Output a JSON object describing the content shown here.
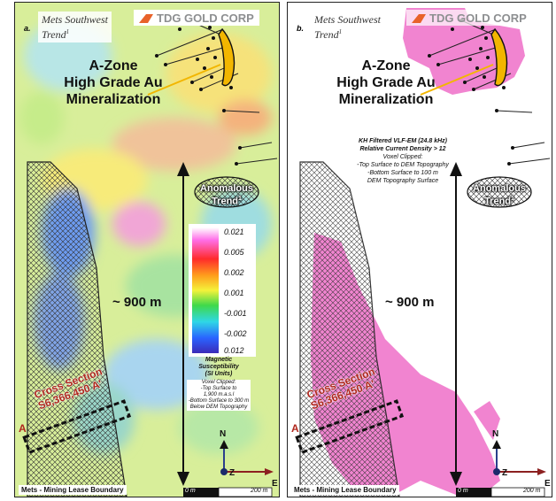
{
  "panel_a": {
    "label": "a.",
    "trend_title": "Mets Southwest",
    "trend_line2": "Trend",
    "trend_sup": "1",
    "logo": "TDG GOLD CORP",
    "azone": [
      "A-Zone",
      "High Grade Au",
      "Mineralization"
    ],
    "distance": "~ 900 m",
    "anomalous": "Anomalous",
    "anomalous2": "Trend",
    "anomalous_sup": "1",
    "cross_section_1": "Cross Section",
    "cross_section_2": "S6,366,450 A'",
    "point_a": "A",
    "mining_lease": "Mets - Mining Lease Boundary",
    "north": "N",
    "z_label": "Z",
    "east": "E",
    "scale_0": "0 m",
    "scale_200": "200 m",
    "legend": {
      "ticks": [
        "0.021",
        "0.005",
        "0.002",
        "0.001",
        "-0.001",
        "-0.002",
        "0.012"
      ],
      "title": [
        "Magnetic",
        "Susceptibility",
        "(SI Units)"
      ],
      "notes": [
        "Voxel Clipped:",
        "-Top Surface to",
        "1,900 m.a.s.l",
        "-Bottom Surface to 300 m",
        "Below DEM Topography"
      ],
      "colors": [
        "#ffffff",
        "#ff6ee8",
        "#ff2b2b",
        "#ff9c1c",
        "#f4f23a",
        "#3fd94a",
        "#2fd7e6",
        "#2a63ff",
        "#3b2bb8"
      ]
    }
  },
  "panel_b": {
    "label": "b.",
    "trend_title": "Mets Southwest",
    "trend_line2": "Trend",
    "trend_sup": "1",
    "logo": "TDG GOLD CORP",
    "azone": [
      "A-Zone",
      "High Grade Au",
      "Mineralization"
    ],
    "vlf": [
      "KH Filtered VLF-EM (24.8 kHz)",
      "Relative Current Density > 12",
      "Voxel Clipped:",
      "-Top Surface to DEM Topography",
      "-Bottom Surface to 100 m",
      "DEM Topography Surface"
    ],
    "distance": "~ 900 m",
    "anomalous": "Anomalous",
    "anomalous2": "Trend",
    "anomalous_sup": "1",
    "cross_section_1": "Cross Section",
    "cross_section_2": "S6,366,450 A'",
    "point_a": "A",
    "mining_lease": "Mets - Mining Lease Boundary",
    "north": "N",
    "z_label": "Z",
    "east": "E",
    "scale_0": "0 m",
    "scale_200": "200 m"
  },
  "colors": {
    "cross_section": "#b0271d",
    "pink_voxel": "#ee6fc8",
    "gold_zone": "#f2b600",
    "logo_orange": "#e8622a"
  }
}
